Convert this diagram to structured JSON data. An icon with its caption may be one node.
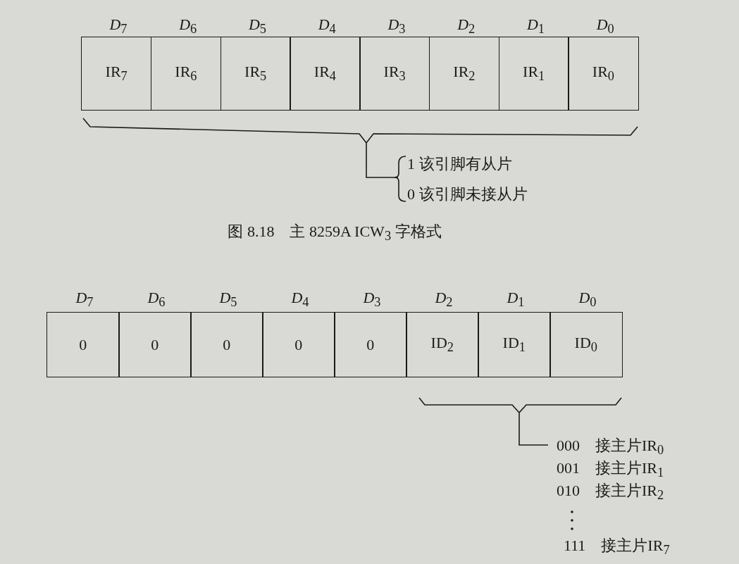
{
  "diagram": {
    "caption": "图 8.18　主 8259A ICW$_{3}$ 字格式",
    "nodes": [
      {
        "text": [
          "IR$_{7}$"
        ]
      },
      {
        "text": [
          "IR$_{6}$"
        ]
      },
      {
        "text": [
          "IR$_{5}$"
        ]
      },
      {
        "text": [
          "IR$_{4}$"
        ]
      },
      {
        "text": [
          "IR$_{3}$"
        ]
      },
      {
        "text": [
          "IR$_{2}$"
        ]
      },
      {
        "text": [
          "IR$_{1}$"
        ]
      },
      {
        "text": [
          "IR$_{0}$"
        ]
      },
      {
        "text": [
          "0"
        ]
      },
      {
        "text": [
          "0"
        ]
      },
      {
        "text": [
          "0"
        ]
      },
      {
        "text": [
          "0"
        ]
      },
      {
        "text": [
          "0"
        ]
      },
      {
        "text": [
          "ID$_{2}$"
        ]
      },
      {
        "text": [
          "ID$_{1}$"
        ]
      },
      {
        "text": [
          "ID$_{0}$"
        ]
      }
    ],
    "labels": [
      "*D*$_{7}$",
      "*D*$_{6}$",
      "*D*$_{5}$",
      "*D*$_{4}$",
      "*D*$_{3}$",
      "*D*$_{2}$",
      "*D*$_{1}$",
      "*D*$_{0}$",
      "1 该引脚有从片",
      "0 该引脚未接从片",
      "*D*$_{7}$",
      "*D*$_{6}$",
      "*D*$_{5}$",
      "*D*$_{4}$",
      "*D*$_{3}$",
      "*D*$_{2}$",
      "*D*$_{1}$",
      "*D*$_{0}$",
      "000　接主片IR$_{0}$",
      "001　接主片IR$_{1}$",
      "010　接主片IR$_{2}$",
      "111　接主片IR$_{7}$"
    ]
  }
}
